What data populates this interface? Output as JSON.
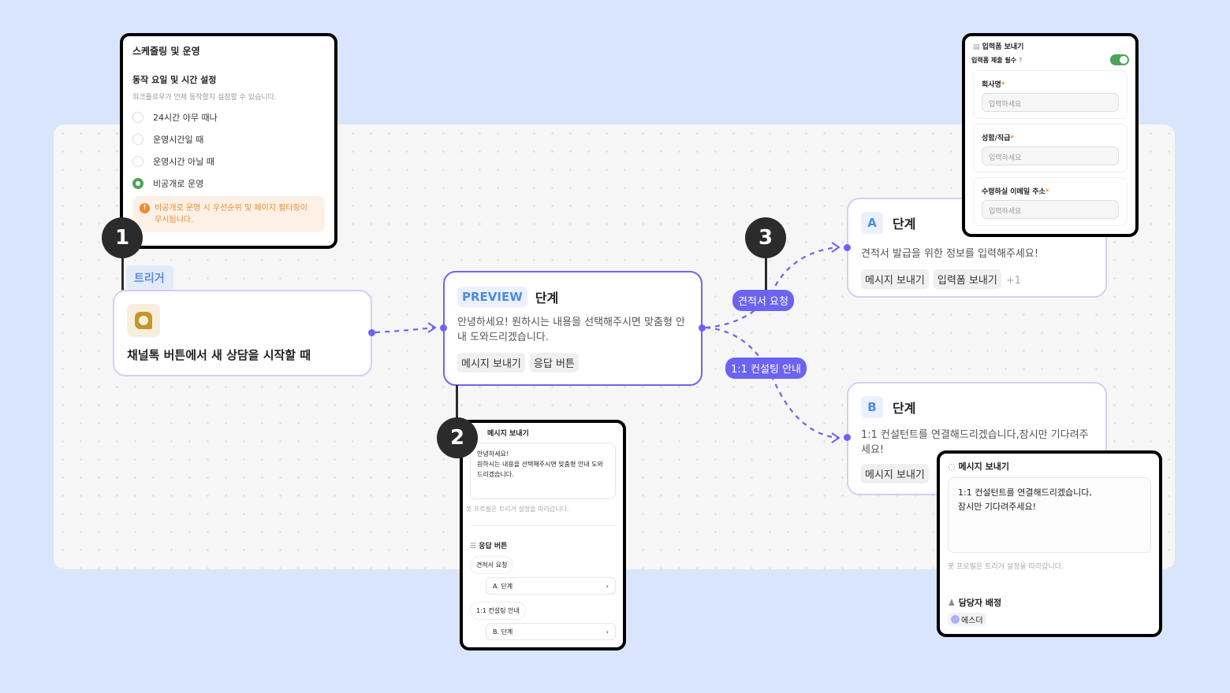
{
  "schedule_popup": {
    "title": "스케줄링 및 운영",
    "subtitle": "동작 요일 및 시간 설정",
    "description": "워크플로우가 언제 동작할지 설정할 수 있습니다.",
    "options": [
      {
        "label": "24시간 아무 때나",
        "selected": false
      },
      {
        "label": "운영시간일 때",
        "selected": false
      },
      {
        "label": "운영시간 아닐 때",
        "selected": false
      },
      {
        "label": "비공개로 운영",
        "selected": true
      }
    ],
    "warning": "비공개로 운영 시 우선순위 및 페이지 필터링이 무시됩니다."
  },
  "badges": [
    "1",
    "2",
    "3"
  ],
  "trigger": {
    "label": "트리거",
    "title": "채널톡 버튼에서 새 상담을 시작할 때"
  },
  "preview_step": {
    "badge": "PREVIEW",
    "title": "단계",
    "message": "안녕하세요! 원하시는 내용을 선택해주시면 맞춤형 안내 도와드리겠습니다.",
    "tags": [
      "메시지 보내기",
      "응답 버튼"
    ]
  },
  "branches": [
    "견적서 요청",
    "1:1 컨설팅 안내"
  ],
  "step_a": {
    "badge": "A",
    "title": "단계",
    "message": "견적서 발급을 위한 정보를 입력해주세요!",
    "tags": [
      "메시지 보내기",
      "입력폼 보내기"
    ],
    "more": "+1"
  },
  "step_b": {
    "badge": "B",
    "title": "단계",
    "message": "1:1 컨설턴트를 연결해드리겠습니다,잠시만 기다려주세요!",
    "tags": [
      "메시지 보내기"
    ]
  },
  "message_popup": {
    "title": "메시지 보내기",
    "message_line1": "안녕하세요!",
    "message_line2": "원하시는 내용을 선택해주시면 맞춤형 안내 도와드리겠습니다.",
    "note": "봇 프로필은 트리거 설정을 따라갑니다.",
    "buttons_title": "응답 버튼",
    "buttons": [
      {
        "label": "견적서 요청",
        "target": "A. 단계"
      },
      {
        "label": "1:1 컨설팅 안내",
        "target": "B. 단계"
      }
    ]
  },
  "form_popup": {
    "title": "입력폼 보내기",
    "required_label": "입력폼 제출 필수",
    "required_on": true,
    "fields": [
      {
        "label": "회사명",
        "placeholder": "입력하세요"
      },
      {
        "label": "성함/직급",
        "placeholder": "입력하세요"
      },
      {
        "label": "수령하실 이메일 주소",
        "placeholder": "입력하세요"
      }
    ]
  },
  "message_popup_b": {
    "title": "메시지 보내기",
    "message_line1": "1:1 컨설턴트를 연결해드리겠습니다,",
    "message_line2": "잠시만 기다려주세요!",
    "note": "봇 프로필은 트리거 설정을 따라갑니다.",
    "assign_title": "담당자 배정",
    "assignee": "에스더"
  },
  "colors": {
    "accent": "#6c63f0",
    "toggle": "#4ca35a",
    "warning": "#f08a2c"
  }
}
